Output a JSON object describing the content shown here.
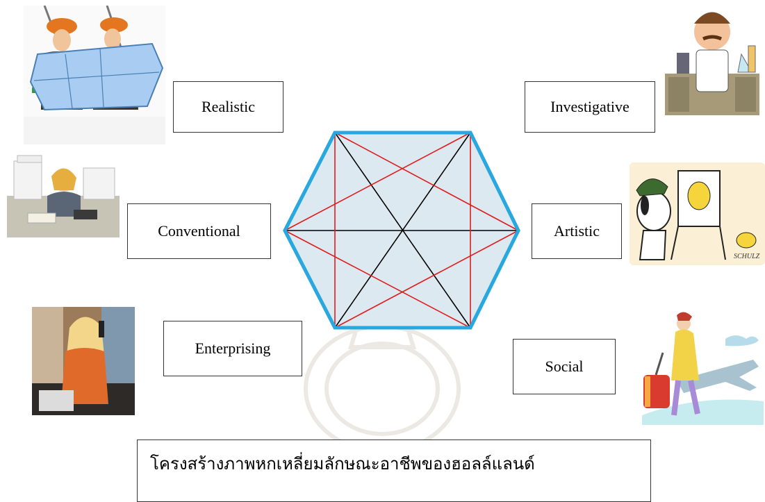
{
  "labels": {
    "realistic": "Realistic",
    "investigative": "Investigative",
    "conventional": "Conventional",
    "artistic": "Artistic",
    "enterprising": "Enterprising",
    "social": "Social"
  },
  "caption": "โครงสร้างภาพหกเหลี่ยมลักษณะอาชีพของฮอลล์แลนด์",
  "hexagon": {
    "fill_color": "#dce9f1",
    "border_color": "#29a8e0",
    "diagonal_color": "#000000",
    "short_diagonal_color": "#e01b1b"
  },
  "illustrations": {
    "realistic": "construction-workers-with-blueprint",
    "investigative": "scientist-in-lab",
    "conventional": "office-worker-with-paperwork",
    "artistic": "snoopy-painting-woodstock",
    "enterprising": "businesswoman-on-phone",
    "social": "traveler-with-suitcase"
  }
}
